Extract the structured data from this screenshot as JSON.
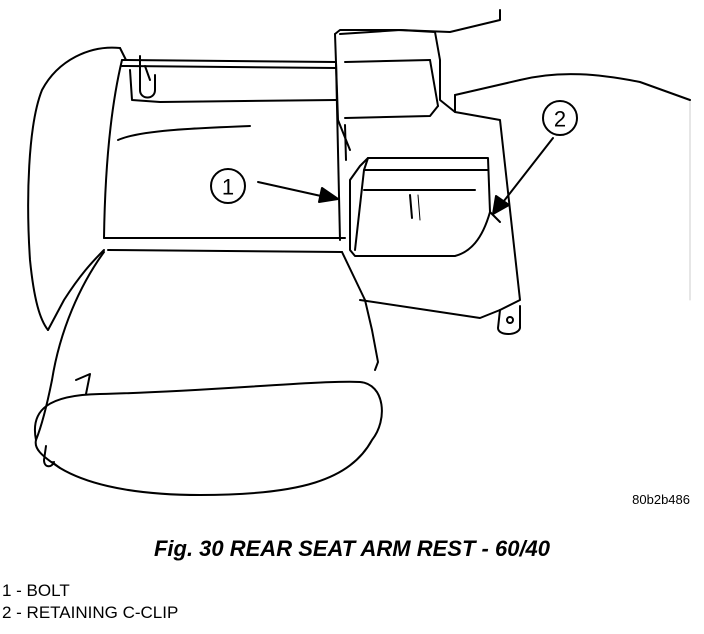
{
  "figure": {
    "caption": "Fig. 30 REAR SEAT ARM REST - 60/40",
    "code": "80b2b486"
  },
  "callouts": [
    {
      "number": "1"
    },
    {
      "number": "2"
    }
  ],
  "legend": [
    {
      "text": "1 - BOLT"
    },
    {
      "text": "2 - RETAINING C-CLIP"
    }
  ],
  "colors": {
    "line": "#000000",
    "background": "#ffffff"
  }
}
